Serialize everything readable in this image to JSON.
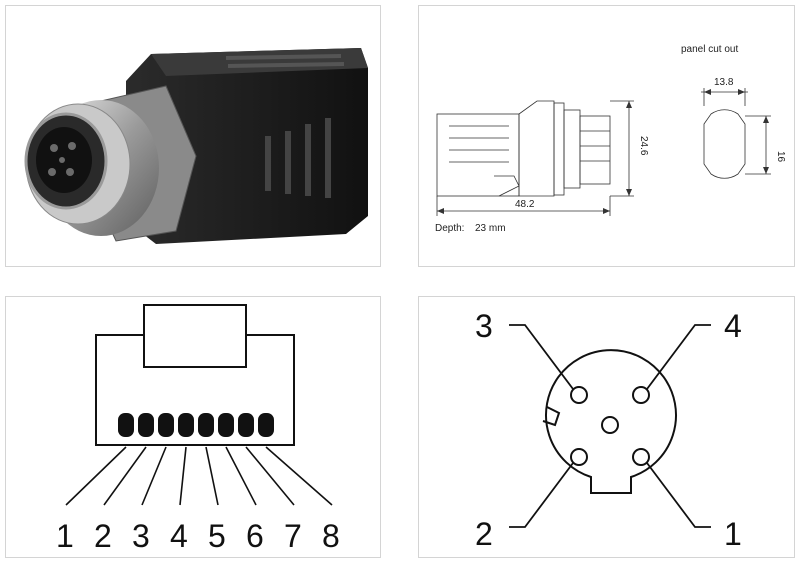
{
  "dimensions": {
    "panel_cut_out_label": "panel cut out",
    "cutout_width": "13.8",
    "cutout_height": "16",
    "height": "24.6",
    "length": "48.2",
    "depth_label": "Depth:",
    "depth_value": "23 mm"
  },
  "rj45": {
    "pins": [
      "1",
      "2",
      "3",
      "4",
      "5",
      "6",
      "7",
      "8"
    ]
  },
  "m12": {
    "pins": {
      "top_left": "3",
      "top_right": "4",
      "bottom_left": "2",
      "bottom_right": "1"
    }
  }
}
